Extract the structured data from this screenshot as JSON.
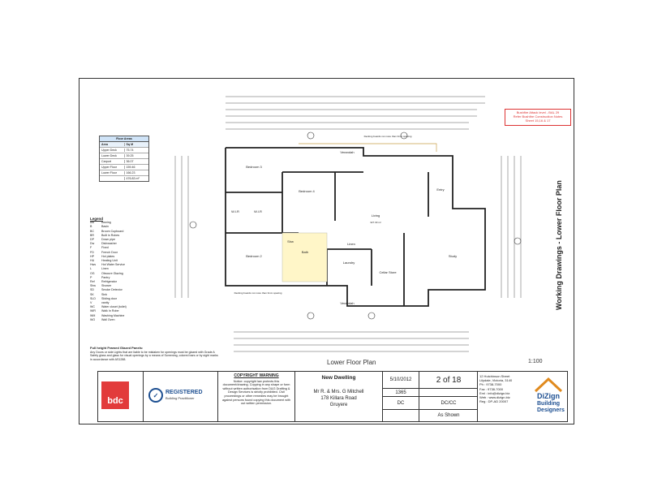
{
  "stamp": {
    "lines": [
      "Bushfire Attack level - BAL 29",
      "Refer Bushfire Construction Notes",
      "Sheet 15,16 & 17"
    ]
  },
  "floor_areas": {
    "title": "Floor Areas",
    "headers": [
      "Area",
      "Sq M"
    ],
    "rows": [
      [
        "Upper Deck",
        "75.74"
      ],
      [
        "Lower Deck",
        "39.25"
      ],
      [
        "Carport",
        "36.07"
      ],
      [
        "Upper Floor",
        "159.46"
      ],
      [
        "Lower Floor",
        "166.23"
      ],
      [
        "",
        "476.83 m²"
      ]
    ]
  },
  "legend": {
    "title": "Legend",
    "items": [
      [
        "Aw",
        "Awning"
      ],
      [
        "B",
        "Basin"
      ],
      [
        "BC",
        "Broom Cupboard"
      ],
      [
        "BR",
        "Built in Robes"
      ],
      [
        "DP",
        "Down pipe"
      ],
      [
        "Dw",
        "Dishwasher"
      ],
      [
        "F",
        "Fixed"
      ],
      [
        "FD",
        "French Door"
      ],
      [
        "HP",
        "Hot plates"
      ],
      [
        "HU",
        "Heating Unit"
      ],
      [
        "Hws",
        "Hot Water Service"
      ],
      [
        "L",
        "Linen"
      ],
      [
        "OG",
        "Obscure Glazing"
      ],
      [
        "P",
        "Pantry"
      ],
      [
        "Ref",
        "Refrigerator"
      ],
      [
        "Shw",
        "Shower"
      ],
      [
        "SD",
        "Smoke Detector"
      ],
      [
        "SK",
        "Sink"
      ],
      [
        "SLD",
        "Sliding door"
      ],
      [
        "V",
        "vanity"
      ],
      [
        "WC",
        "Water closet (toilet)"
      ],
      [
        "WIR",
        "Walk In Robe"
      ],
      [
        "WM",
        "Washing Machine"
      ],
      [
        "WO",
        "Wall Oven"
      ]
    ]
  },
  "glass_note": {
    "title": "Full height Framed Glazed Panels:",
    "text": "Any Doors or side Lights that are liable to be mistaken for openings must be glazed with Grade A Safety glass and glass for visual openings by a means of Screening, colored bars or by sight marks in accordance with AS1288."
  },
  "plan": {
    "rooms": [
      "Bedroom 3",
      "Bedroom 4",
      "Bedroom 2",
      "Verandah",
      "Entry",
      "Living",
      "Study",
      "Linen",
      "Laundry",
      "Cellar Store",
      "Verandah",
      "W.I.R",
      "W.I.R",
      "Bath",
      "Shw"
    ],
    "notes": [
      "Decking boards not more than 3mm spacing",
      "Decking boards not more than 3mm spacing"
    ],
    "living_area": "327.30 m²"
  },
  "vertical_title": "Working Drawings - Lower Floor Plan",
  "caption": "Lower Floor Plan",
  "scale_text": "1:100",
  "title_block": {
    "bdc_logo": "bdc",
    "registered": "REGISTERED",
    "registered_sub": "Building Practitioner",
    "copyright_title": "COPYRIGHT WARNING",
    "copyright_text": "Notice: copyright law protects this document/drawing. Copying in any shape or form without written authorisation from D&G Drafting & Design Services is strictly prohibited. Civil proceedings or other remedies may be brought against persons found copying this document with out written permission.",
    "project_title": "New Dwelling",
    "client": "Mr R. & Mrs. G Mitchell",
    "address1": "178 Killara Road",
    "address2": "Gruyere",
    "date": "5/10/2012",
    "sheet": "2 of 18",
    "job_no": "1365",
    "drawn": "DC",
    "checked": "DC/CC",
    "scale": "As Shown",
    "contact_lines": [
      "12 Hutchinson Street",
      "Lilydale, Victoria, 3140",
      "Ph : 9738-7000",
      "Fax : 9738-7000",
      "Eml : info@dizign.biz",
      "Web : www.dizign.biz",
      "Reg : DP-AD 20007"
    ],
    "brand1": "DiZign",
    "brand2": "Building Designers"
  }
}
